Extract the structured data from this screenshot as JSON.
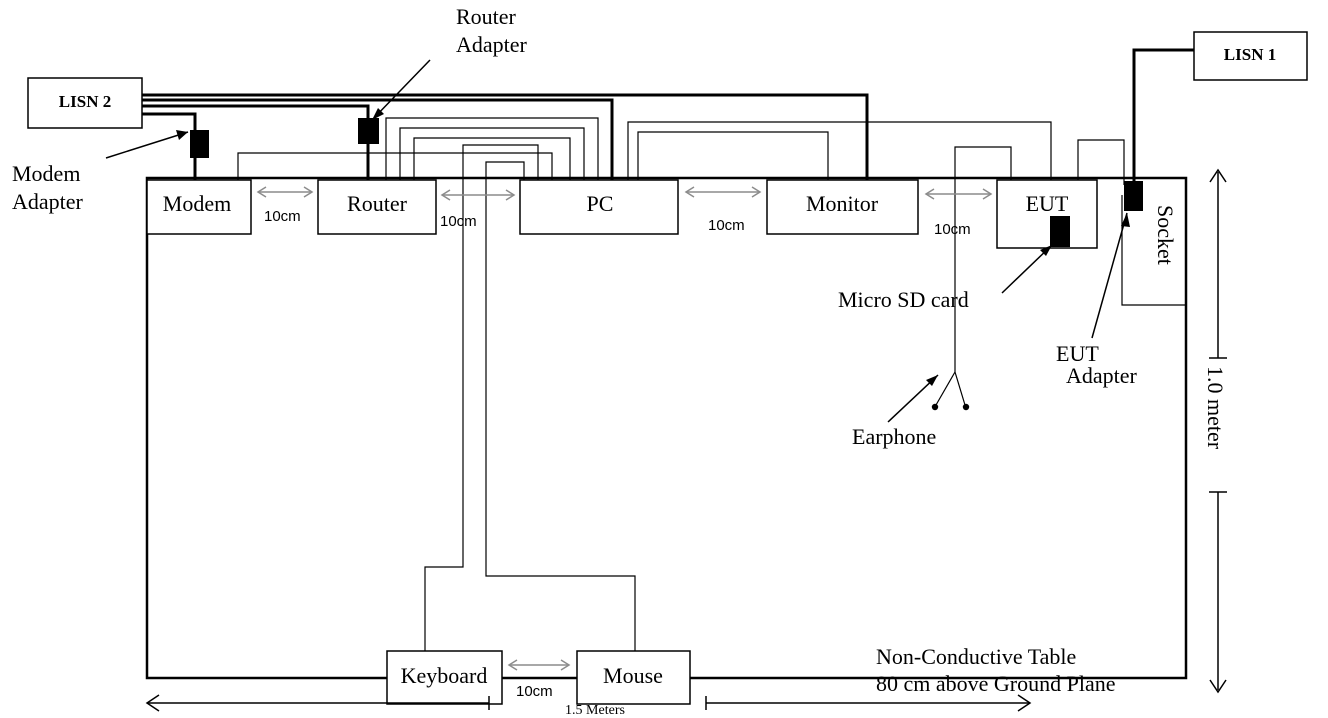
{
  "lisn": {
    "lisn1": "LISN 1",
    "lisn2": "LISN 2"
  },
  "adapters": {
    "router_line1": "Router",
    "router_line2": "Adapter",
    "modem_line1": "Modem",
    "modem_line2": "Adapter",
    "eut_line1": "EUT",
    "eut_line2": "Adapter"
  },
  "devices": {
    "modem": "Modem",
    "router": "Router",
    "pc": "PC",
    "monitor": "Monitor",
    "eut": "EUT",
    "socket": "Socket",
    "keyboard": "Keyboard",
    "mouse": "Mouse"
  },
  "spacing": {
    "modem_router": "10cm",
    "router_pc": "10cm",
    "pc_monitor": "10cm",
    "monitor_eut": "10cm",
    "keyboard_mouse": "10cm"
  },
  "accessories": {
    "micro_sd": "Micro SD card",
    "earphone": "Earphone"
  },
  "table": {
    "line1": "Non-Conductive Table",
    "line2": "80 cm above Ground Plane"
  },
  "dimensions": {
    "height": "1.0 meter",
    "width": "1.5 Meters"
  }
}
